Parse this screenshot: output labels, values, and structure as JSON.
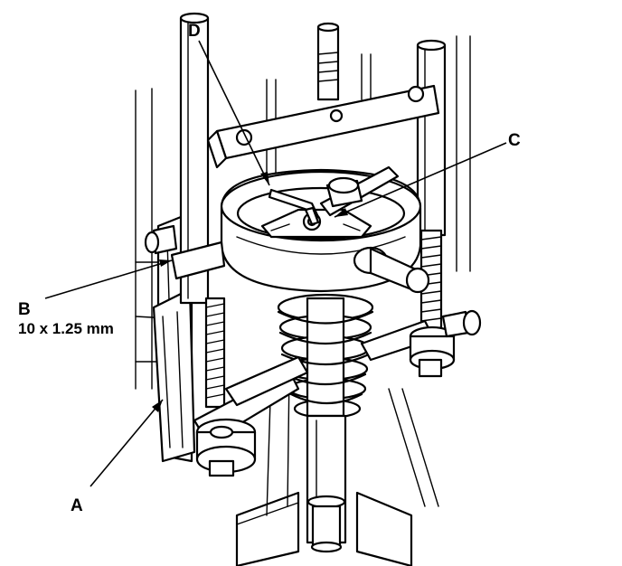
{
  "callouts": {
    "a": "A",
    "b": "B",
    "b_spec": "10 x 1.25 mm",
    "c": "C",
    "d": "D"
  },
  "colors": {
    "ink": "#000000",
    "paper": "#ffffff"
  }
}
